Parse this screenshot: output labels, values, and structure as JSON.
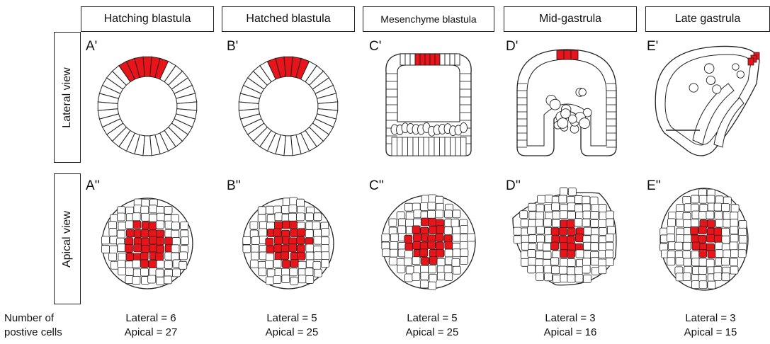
{
  "stages": [
    {
      "name": "Hatching blastula",
      "lateral_label": "A'",
      "apical_label": "A''",
      "lateral": "Lateral = 6",
      "apical": "Apical = 27"
    },
    {
      "name": "Hatched blastula",
      "lateral_label": "B'",
      "apical_label": "B''",
      "lateral": "Lateral = 5",
      "apical": "Apical = 25"
    },
    {
      "name": "Mesenchyme blastula",
      "lateral_label": "C'",
      "apical_label": "C''",
      "lateral": "Lateral = 5",
      "apical": "Apical = 25"
    },
    {
      "name": "Mid-gastrula",
      "lateral_label": "D'",
      "apical_label": "D''",
      "lateral": "Lateral = 3",
      "apical": "Apical = 16"
    },
    {
      "name": "Late gastrula",
      "lateral_label": "E'",
      "apical_label": "E''",
      "lateral": "Lateral = 3",
      "apical": "Apical = 15"
    }
  ],
  "rows": {
    "lateral": "Lateral view",
    "apical": "Apical view"
  },
  "count_label": {
    "line1": "Number of",
    "line2": "postive cells"
  },
  "colors": {
    "positive": "#e8141a",
    "outline": "#222222"
  }
}
